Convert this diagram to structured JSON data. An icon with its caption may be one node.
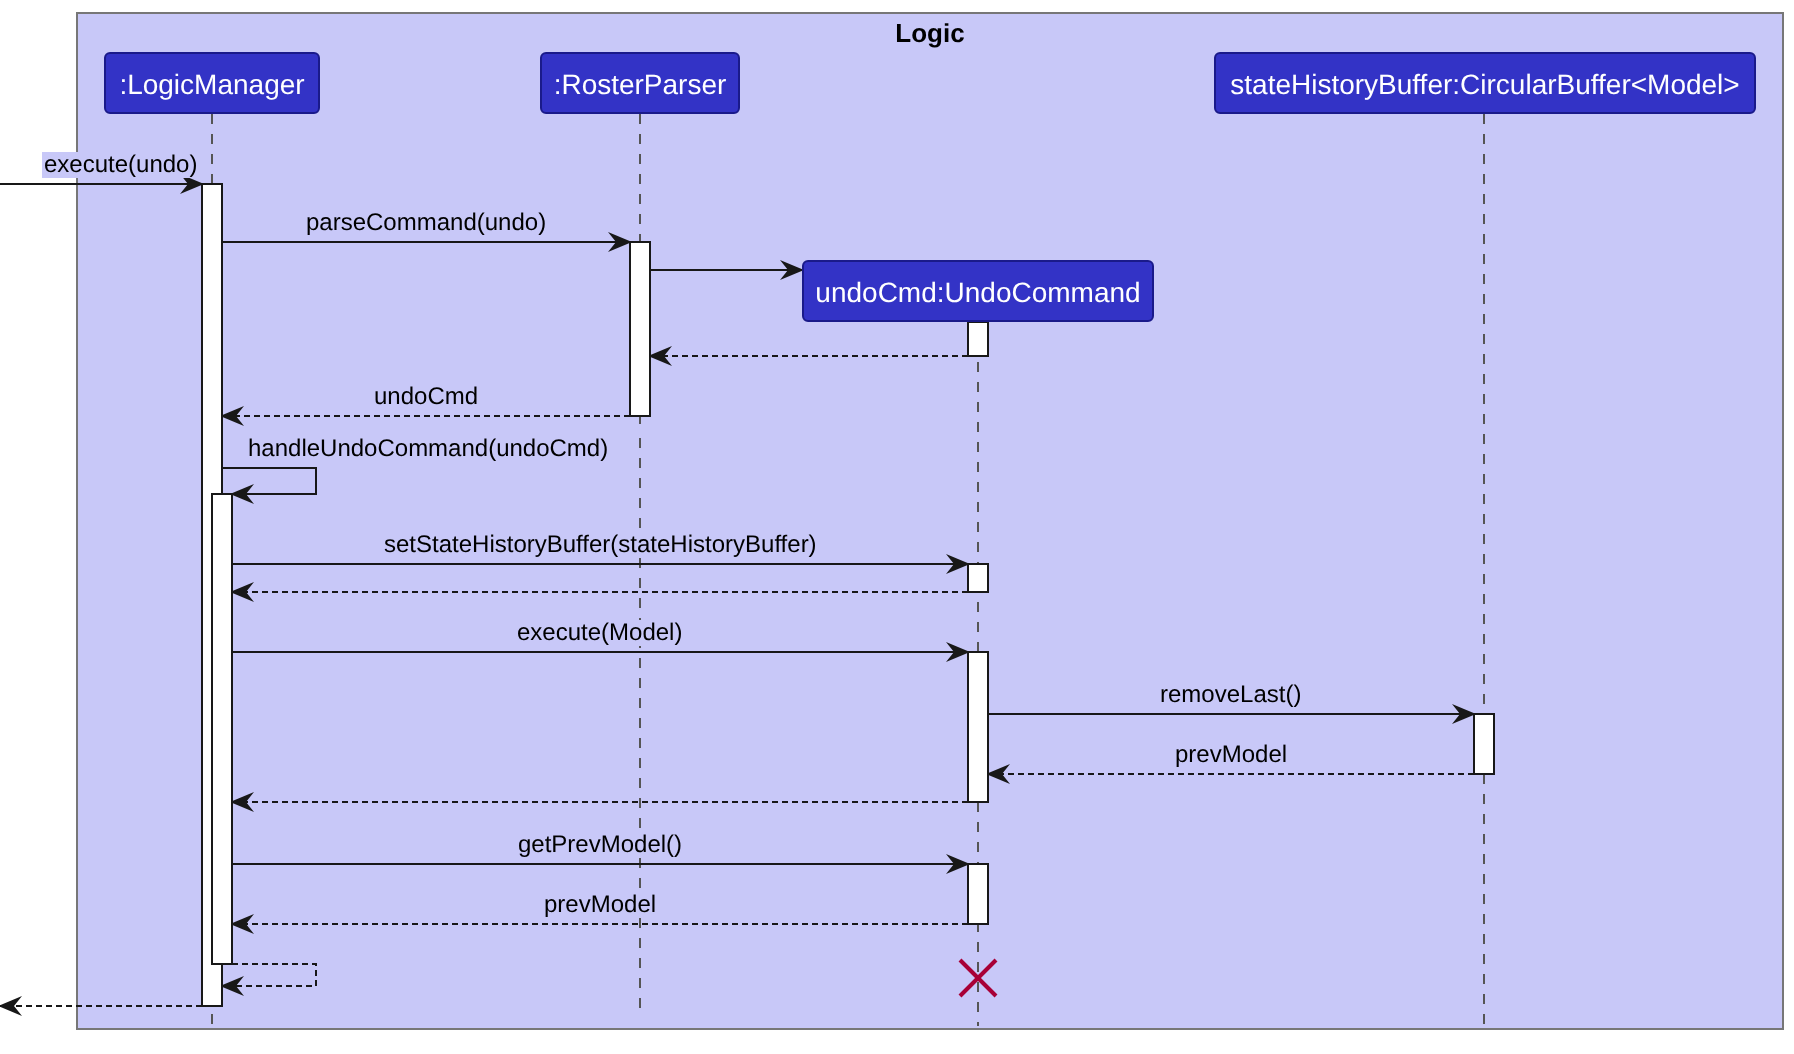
{
  "diagram": {
    "nodes": [
      {
        "text": [
          "Logic"
        ]
      },
      {
        "text": [
          ":LogicManager"
        ],
        "in": 0
      },
      {
        "text": [
          ":RosterParser"
        ],
        "in": 0
      },
      {
        "text": [
          "undoCmd:UndoCommand"
        ],
        "in": 0
      },
      {
        "text": [
          "stateHistoryBuffer:CircularBuffer<Model>"
        ],
        "in": 0
      }
    ],
    "edges": [
      {
        "from": null,
        "to": 1,
        "arrow": "to",
        "label": "execute(undo)"
      },
      {
        "from": 1,
        "to": 2,
        "arrow": "to",
        "label": "parseCommand(undo)"
      },
      {
        "from": 2,
        "to": 3,
        "arrow": "to"
      },
      {
        "from": 3,
        "to": 2,
        "arrow": "to",
        "style": "dashed"
      },
      {
        "from": 2,
        "to": 1,
        "arrow": "to",
        "style": "dashed",
        "label": "undoCmd"
      },
      {
        "from": 1,
        "to": 1,
        "arrow": "to",
        "label": "handleUndoCommand(undoCmd)"
      },
      {
        "from": 1,
        "to": 3,
        "arrow": "to",
        "label": "setStateHistoryBuffer(stateHistoryBuffer)"
      },
      {
        "from": 3,
        "to": 1,
        "arrow": "to",
        "style": "dashed"
      },
      {
        "from": 1,
        "to": 3,
        "arrow": "to",
        "label": "execute(Model)"
      },
      {
        "from": 3,
        "to": 4,
        "arrow": "to",
        "label": "removeLast()"
      },
      {
        "from": 4,
        "to": 3,
        "arrow": "to",
        "style": "dashed",
        "label": "prevModel"
      },
      {
        "from": 3,
        "to": 1,
        "arrow": "to",
        "style": "dashed"
      },
      {
        "from": 1,
        "to": 3,
        "arrow": "to",
        "label": "getPrevModel()"
      },
      {
        "from": 3,
        "to": 1,
        "arrow": "to",
        "style": "dashed",
        "label": "prevModel"
      },
      {
        "from": 1,
        "to": 1,
        "arrow": "to",
        "style": "dashed"
      },
      {
        "from": 1,
        "to": null,
        "arrow": "to",
        "style": "dashed"
      }
    ]
  }
}
